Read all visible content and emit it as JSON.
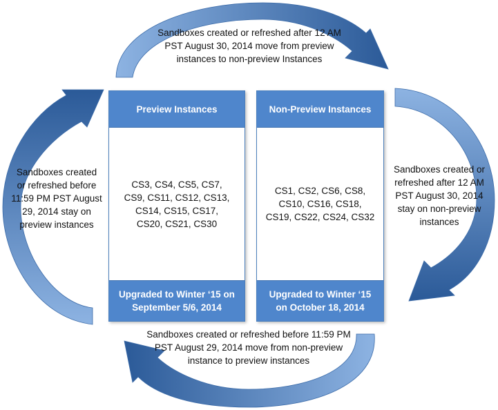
{
  "colors": {
    "panel_fill": "#4f86cc",
    "panel_border": "#4a7ebb",
    "arrow_dark": "#2b5a98",
    "arrow_light": "#8db3e2"
  },
  "notes": {
    "top": "Sandboxes created or refreshed after 12 AM PST August 30, 2014 move from preview instances to non-preview Instances",
    "left": "Sandboxes created or refreshed before 11:59 PM PST August 29, 2014 stay on preview instances",
    "right": "Sandboxes created or refreshed after 12 AM PST August 30, 2014 stay on non-preview instances",
    "bottom": "Sandboxes created or refreshed before 11:59 PM PST August 29, 2014 move from non-preview instance to preview instances"
  },
  "preview": {
    "title": "Preview Instances",
    "instances": "CS3, CS4, CS5, CS7, CS9, CS11, CS12, CS13, CS14, CS15, CS17, CS20, CS21, CS30",
    "upgrade": "Upgraded to Winter ‘15 on September 5/6, 2014"
  },
  "nonpreview": {
    "title": "Non-Preview Instances",
    "instances": "CS1, CS2, CS6, CS8, CS10, CS16, CS18, CS19, CS22, CS24, CS32",
    "upgrade": "Upgraded to Winter ‘15 on October 18, 2014"
  }
}
